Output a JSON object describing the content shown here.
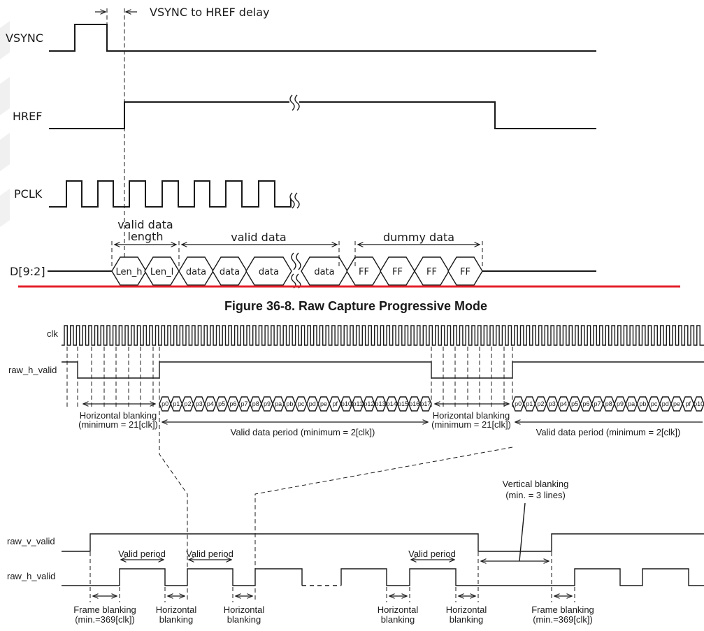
{
  "top_diagram": {
    "signals": {
      "vsync": "VSYNC",
      "href": "HREF",
      "pclk": "PCLK",
      "data": "D[9:2]"
    },
    "annotations": {
      "vsync_href_delay": "VSYNC to HREF delay",
      "valid_data_length_1": "valid data",
      "valid_data_length_2": "length",
      "valid_data": "valid data",
      "dummy_data": "dummy data"
    },
    "data_words": [
      "Len_h",
      "Len_l",
      "data",
      "data",
      "data",
      "data",
      "FF",
      "FF",
      "FF",
      "FF"
    ]
  },
  "separator_color": "#e3202a",
  "figure_caption": "Figure 36-8. Raw Capture Progressive Mode",
  "bottom_diagram": {
    "signals": {
      "clk": "clk",
      "raw_h_valid_detail": "raw_h_valid",
      "raw_v_valid": "raw_v_valid",
      "raw_h_valid_frame": "raw_h_valid"
    },
    "data_words_line1": [
      "p0",
      "p1",
      "p2",
      "p3",
      "p4",
      "p5",
      "p6",
      "p7",
      "p8",
      "p9",
      "pa",
      "pb",
      "pc",
      "pd",
      "pe",
      "pf",
      "p10",
      "p11",
      "p12",
      "p13",
      "p14",
      "p15",
      "p16",
      "p17"
    ],
    "data_words_line2": [
      "p0",
      "p1",
      "p2",
      "p3",
      "p4",
      "p5",
      "p6",
      "p7",
      "p8",
      "p9",
      "pa",
      "pb",
      "pc",
      "pd",
      "pe",
      "pf",
      "p10"
    ],
    "annotations": {
      "hblank_1a": "Horizontal blanking",
      "hblank_1b": "(minimum = 21[clk])",
      "valid_period_1": "Valid data period (minimum = 2[clk])",
      "hblank_2a": "Horizontal blanking",
      "hblank_2b": "(minimum = 21[clk])",
      "valid_period_2": "Valid data period (minimum = 2[clk])",
      "vblank_a": "Vertical blanking",
      "vblank_b": "(min. = 3 lines)",
      "valid_period_a": "Valid period",
      "valid_period_b": "Valid period",
      "valid_period_c": "Valid period",
      "frame_blank_1a": "Frame blanking",
      "frame_blank_1b": "(min.=369[clk])",
      "hblank_b1a": "Horizontal",
      "hblank_b1b": "blanking",
      "hblank_b2a": "Horizontal",
      "hblank_b2b": "blanking",
      "hblank_b3a": "Horizontal",
      "hblank_b3b": "blanking",
      "hblank_b4a": "Horizontal",
      "hblank_b4b": "blanking",
      "frame_blank_2a": "Frame blanking",
      "frame_blank_2b": "(min.=369[clk])"
    }
  }
}
